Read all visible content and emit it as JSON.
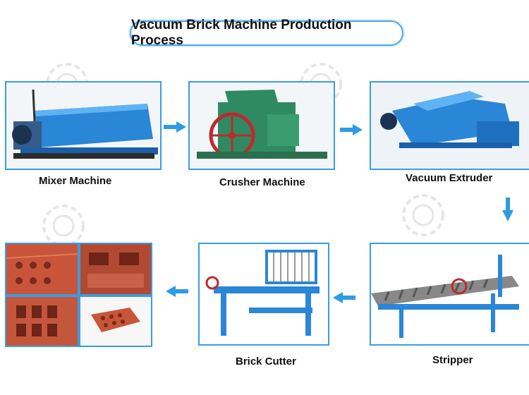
{
  "title": "Vacuum Brick Machine Production Process",
  "steps": {
    "mixer": "Mixer Machine",
    "crusher": "Crusher Machine",
    "extruder": "Vacuum Extruder",
    "stripper": "Stripper",
    "cutter": "Brick Cutter"
  },
  "colors": {
    "frame_border": "#3a9de0",
    "arrow": "#2e9be3",
    "machine_blue": "#2a86d6",
    "crusher_green": "#2f8a62",
    "wheel_red": "#c0282e",
    "brick_red": "#c8553a"
  },
  "icons": {
    "flow_arrow": "arrow-icon",
    "watermark": "gear-watermark-icon"
  }
}
